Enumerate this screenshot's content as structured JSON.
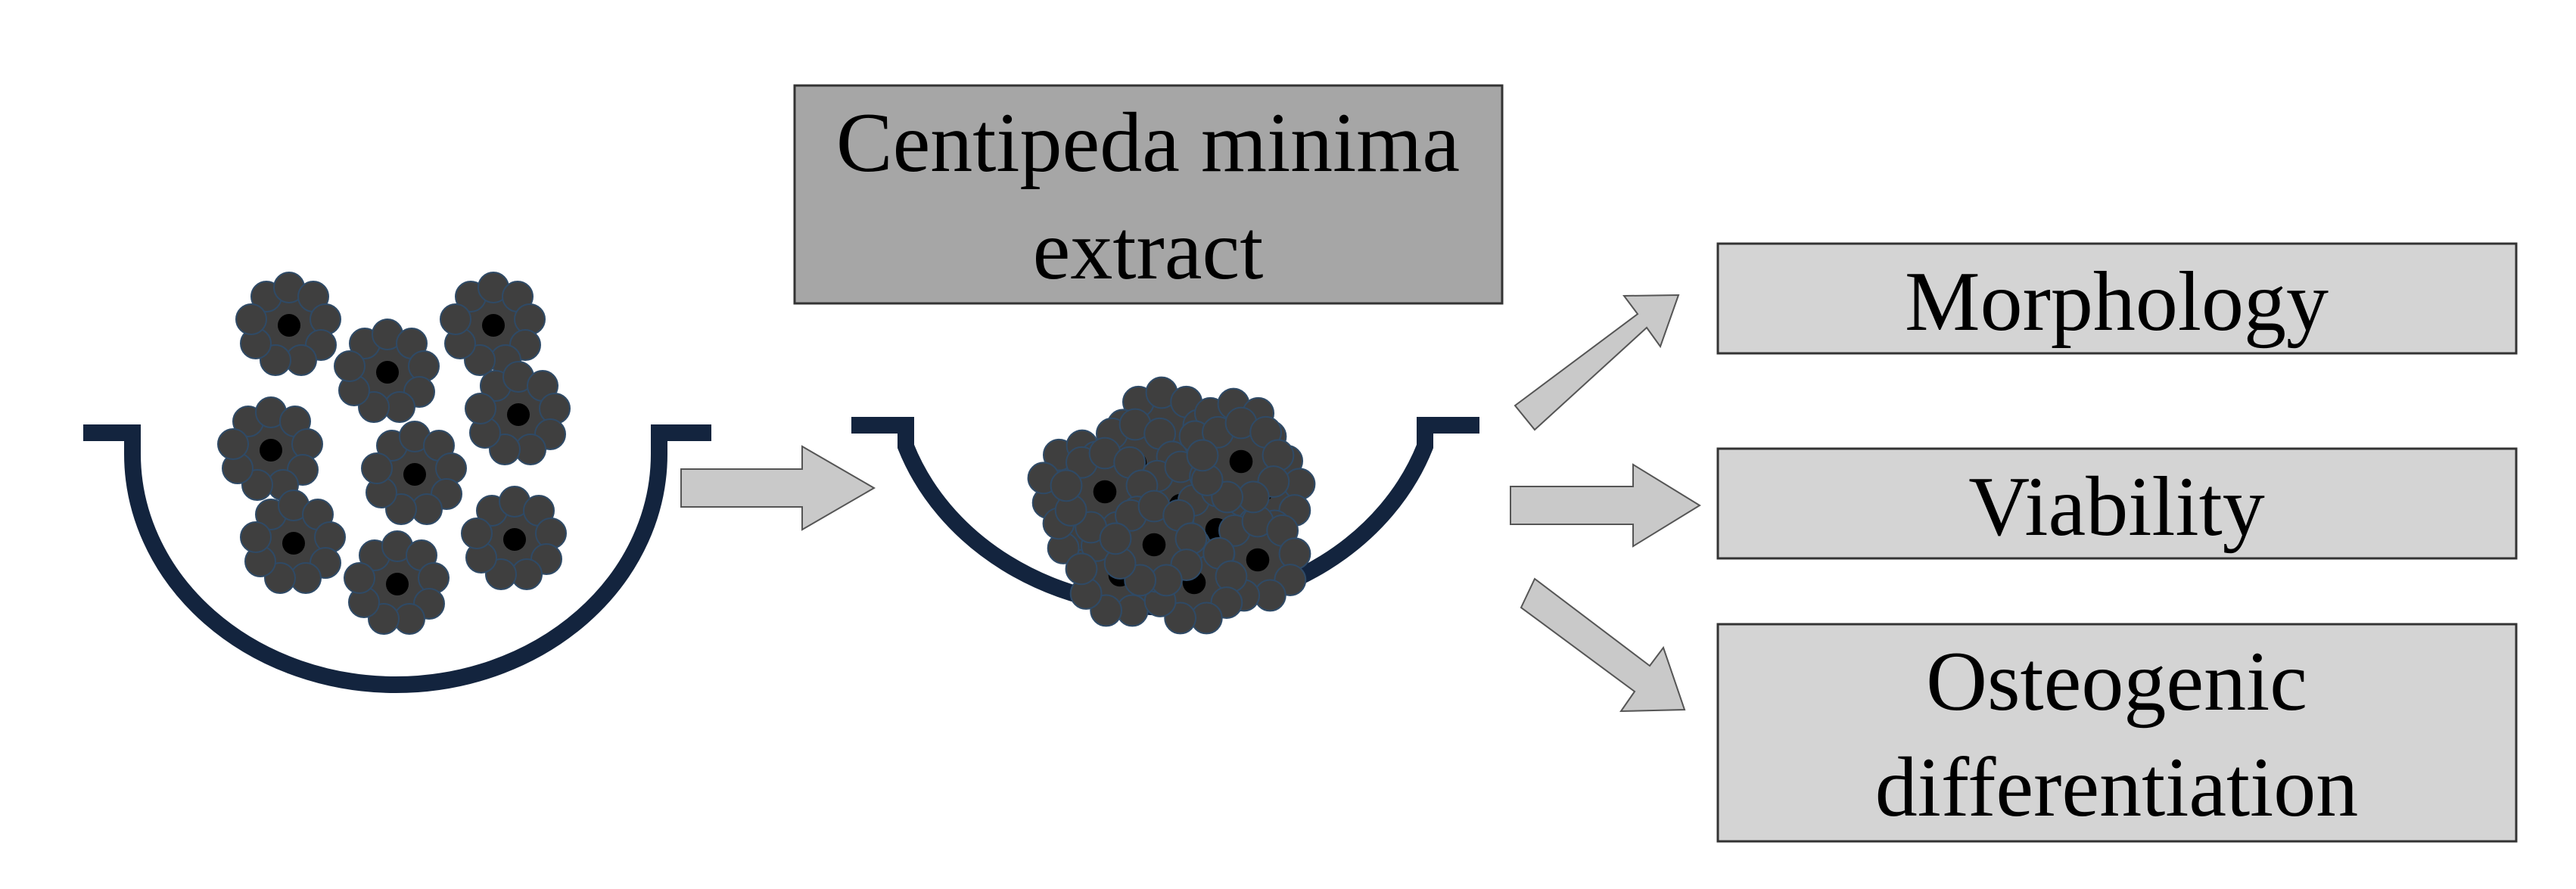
{
  "diagram": {
    "treatment_label": [
      "Centipeda minima",
      "extract"
    ],
    "outcomes": [
      {
        "lines": [
          "Morphology"
        ]
      },
      {
        "lines": [
          "Viability"
        ]
      },
      {
        "lines": [
          "Osteogenic",
          "differentiation"
        ]
      }
    ]
  },
  "colors": {
    "dish_stroke": "#13243e",
    "cell_fill": "#3f3f3f",
    "cell_outline": "#2f4a66",
    "nucleus": "#000000",
    "arrow_fill": "#c9c9c9",
    "arrow_stroke": "#555555",
    "treatment_box_fill": "#a6a6a6",
    "outcome_box_fill": "#d4d4d4",
    "box_stroke": "#333333"
  },
  "icons": [
    "culture-dish-icon",
    "cell-icon",
    "spheroid-icon",
    "arrow-icon"
  ]
}
